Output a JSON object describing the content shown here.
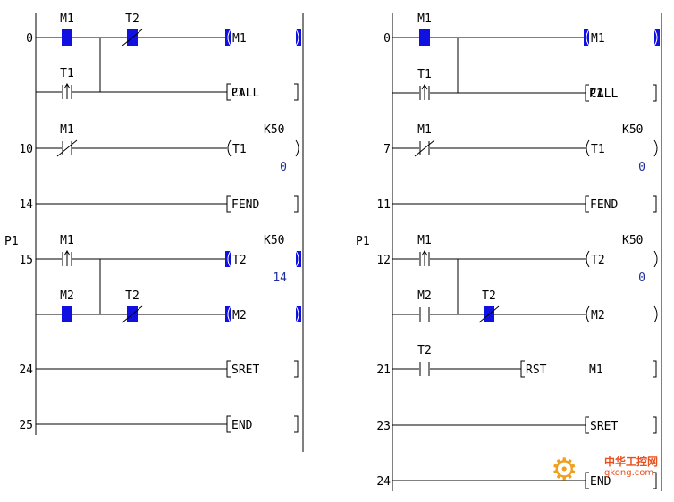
{
  "colors": {
    "active": "#1010e0",
    "line": "#000000",
    "value": "#1f2f9a"
  },
  "watermark": {
    "title": "中华工控网",
    "url": "gkong.com"
  },
  "diagrams": [
    {
      "rungs": [
        {
          "step": "0",
          "label": "",
          "branches": [
            {
              "contacts": [
                {
                  "name": "M1",
                  "type": "NO",
                  "active": true
                },
                {
                  "name": "T2",
                  "type": "NC",
                  "active": true
                }
              ],
              "coil": {
                "kind": "out",
                "name": "M1",
                "active": true
              }
            },
            {
              "contacts": [
                {
                  "name": "T1",
                  "type": "P"
                }
              ],
              "coil": {
                "kind": "instr",
                "name": "CALL",
                "arg": "P1"
              }
            }
          ]
        },
        {
          "step": "10",
          "label": "",
          "branches": [
            {
              "contacts": [
                {
                  "name": "M1",
                  "type": "NC"
                }
              ],
              "coil": {
                "kind": "out",
                "name": "T1",
                "set": "K50",
                "value": "0"
              }
            }
          ]
        },
        {
          "step": "14",
          "label": "",
          "branches": [
            {
              "contacts": [],
              "coil": {
                "kind": "instr",
                "name": "FEND"
              }
            }
          ]
        },
        {
          "step": "15",
          "label": "P1",
          "branches": [
            {
              "contacts": [
                {
                  "name": "M1",
                  "type": "P"
                }
              ],
              "coil": {
                "kind": "out",
                "name": "T2",
                "active": true,
                "set": "K50",
                "value": "14"
              }
            },
            {
              "contacts": [
                {
                  "name": "M2",
                  "type": "NO",
                  "active": true
                },
                {
                  "name": "T2",
                  "type": "NC",
                  "active": true
                }
              ],
              "coil": {
                "kind": "out",
                "name": "M2",
                "active": true
              }
            }
          ]
        },
        {
          "step": "24",
          "label": "",
          "branches": [
            {
              "contacts": [],
              "coil": {
                "kind": "instr",
                "name": "SRET"
              }
            }
          ]
        },
        {
          "step": "25",
          "label": "",
          "branches": [
            {
              "contacts": [],
              "coil": {
                "kind": "instr",
                "name": "END"
              }
            }
          ]
        }
      ]
    },
    {
      "rungs": [
        {
          "step": "0",
          "label": "",
          "branches": [
            {
              "contacts": [
                {
                  "name": "M1",
                  "type": "NO",
                  "active": true
                }
              ],
              "coil": {
                "kind": "out",
                "name": "M1",
                "active": true
              }
            },
            {
              "contacts": [
                {
                  "name": "T1",
                  "type": "P"
                }
              ],
              "coil": {
                "kind": "instr",
                "name": "CALL",
                "arg": "P1"
              }
            }
          ]
        },
        {
          "step": "7",
          "label": "",
          "branches": [
            {
              "contacts": [
                {
                  "name": "M1",
                  "type": "NC"
                }
              ],
              "coil": {
                "kind": "out",
                "name": "T1",
                "set": "K50",
                "value": "0"
              }
            }
          ]
        },
        {
          "step": "11",
          "label": "",
          "branches": [
            {
              "contacts": [],
              "coil": {
                "kind": "instr",
                "name": "FEND"
              }
            }
          ]
        },
        {
          "step": "12",
          "label": "P1",
          "branches": [
            {
              "contacts": [
                {
                  "name": "M1",
                  "type": "P"
                }
              ],
              "coil": {
                "kind": "out",
                "name": "T2",
                "set": "K50",
                "value": "0"
              }
            },
            {
              "contacts": [
                {
                  "name": "M2",
                  "type": "NO"
                },
                {
                  "name": "T2",
                  "type": "NC",
                  "active": true
                }
              ],
              "coil": {
                "kind": "out",
                "name": "M2"
              }
            }
          ]
        },
        {
          "step": "21",
          "label": "",
          "branches": [
            {
              "contacts": [
                {
                  "name": "T2",
                  "type": "NO"
                }
              ],
              "coil": {
                "kind": "instr",
                "name": "RST",
                "arg": "M1",
                "short": true
              }
            }
          ]
        },
        {
          "step": "23",
          "label": "",
          "branches": [
            {
              "contacts": [],
              "coil": {
                "kind": "instr",
                "name": "SRET"
              }
            }
          ]
        },
        {
          "step": "24",
          "label": "",
          "branches": [
            {
              "contacts": [],
              "coil": {
                "kind": "instr",
                "name": "END"
              }
            }
          ]
        }
      ]
    }
  ]
}
